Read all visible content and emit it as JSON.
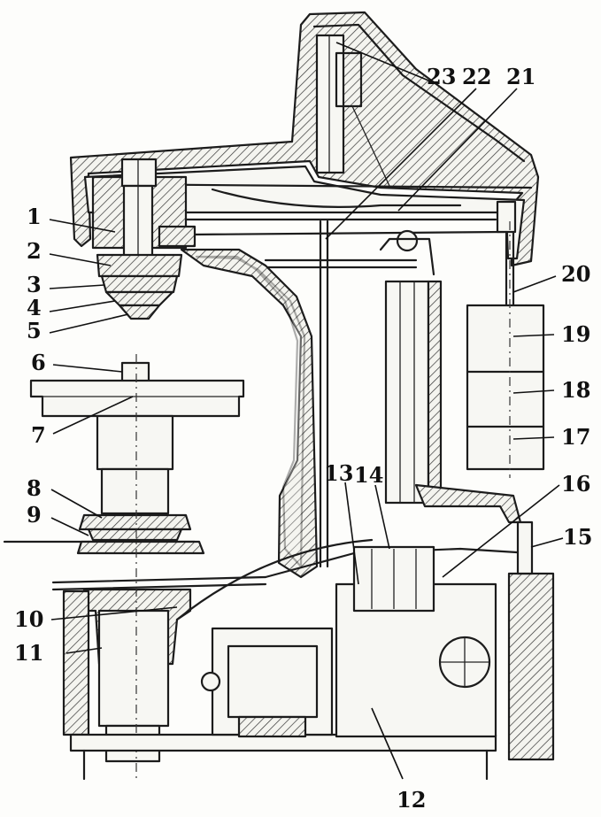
{
  "figure": {
    "callouts": [
      {
        "id": "c1",
        "text": "1"
      },
      {
        "id": "c2",
        "text": "2"
      },
      {
        "id": "c3",
        "text": "3"
      },
      {
        "id": "c4",
        "text": "4"
      },
      {
        "id": "c5",
        "text": "5"
      },
      {
        "id": "c6",
        "text": "6"
      },
      {
        "id": "c7",
        "text": "7"
      },
      {
        "id": "c8",
        "text": "8"
      },
      {
        "id": "c9",
        "text": "9"
      },
      {
        "id": "c10",
        "text": "10"
      },
      {
        "id": "c11",
        "text": "11"
      },
      {
        "id": "c12",
        "text": "12"
      },
      {
        "id": "c13",
        "text": "13"
      },
      {
        "id": "c14",
        "text": "14"
      },
      {
        "id": "c15",
        "text": "15"
      },
      {
        "id": "c16",
        "text": "16"
      },
      {
        "id": "c17",
        "text": "17"
      },
      {
        "id": "c18",
        "text": "18"
      },
      {
        "id": "c19",
        "text": "19"
      },
      {
        "id": "c20",
        "text": "20"
      },
      {
        "id": "c21",
        "text": "21"
      },
      {
        "id": "c22",
        "text": "22"
      },
      {
        "id": "c23",
        "text": "23"
      }
    ]
  }
}
